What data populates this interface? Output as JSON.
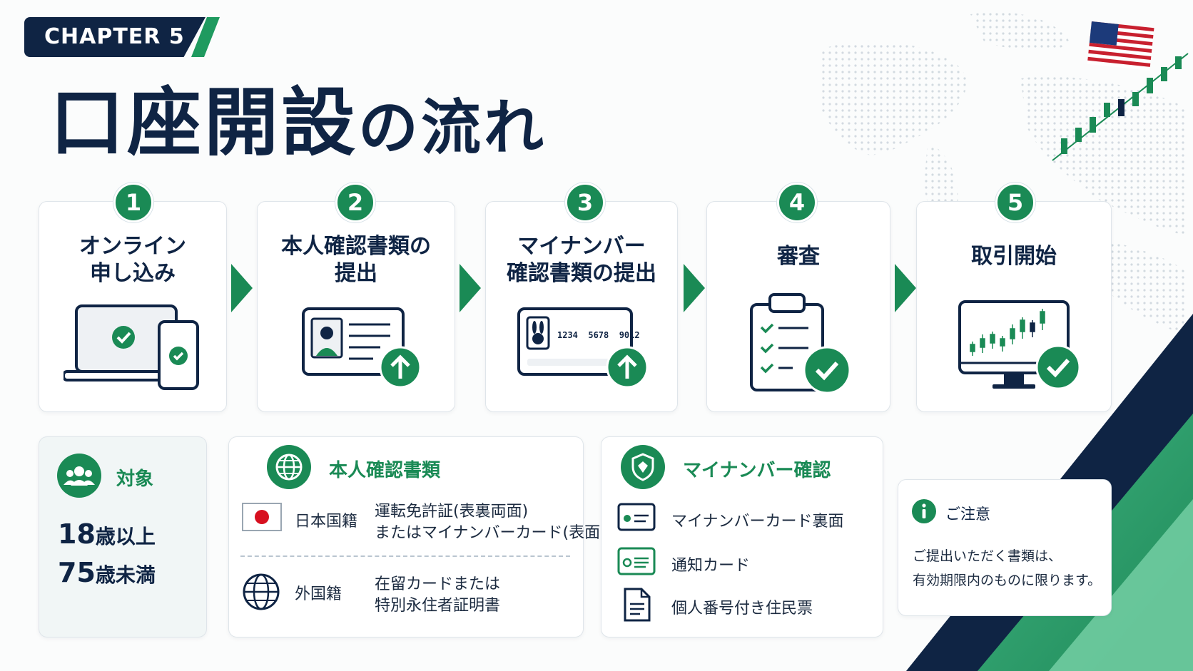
{
  "chapter": {
    "label": "CHAPTER 5"
  },
  "title": {
    "main": "口座開設",
    "sub": "の流れ"
  },
  "steps": [
    {
      "num": "1",
      "label": "オンライン\n申し込み",
      "icon": "laptop-phone-check-icon"
    },
    {
      "num": "2",
      "label": "本人確認書類の\n提出",
      "icon": "id-card-upload-icon"
    },
    {
      "num": "3",
      "label": "マイナンバー\n確認書類の提出",
      "icon": "mynumber-card-upload-icon"
    },
    {
      "num": "4",
      "label": "審査",
      "icon": "clipboard-check-icon"
    },
    {
      "num": "5",
      "label": "取引開始",
      "icon": "monitor-chart-check-icon"
    }
  ],
  "mynumber_card_sample": "1234  5678  9012",
  "target": {
    "heading": "対象",
    "age_min_num": "18",
    "age_min_unit": "歳以上",
    "age_max_num": "75",
    "age_max_unit": "歳未満"
  },
  "id_docs": {
    "heading": "本人確認書類",
    "rows": [
      {
        "label": "日本国籍",
        "line1": "運転免許証(表裏両面)",
        "line2": "またはマイナンバーカード(表面)"
      },
      {
        "label": "外国籍",
        "line1": "在留カードまたは",
        "line2": "特別永住者証明書"
      }
    ]
  },
  "mynumber": {
    "heading": "マイナンバー確認",
    "items": [
      "マイナンバーカード裏面",
      "通知カード",
      "個人番号付き住民票"
    ]
  },
  "notice": {
    "heading": "ご注意",
    "line1": "ご提出いただく書類は、",
    "line2": "有効期限内のものに限ります。"
  },
  "colors": {
    "navy": "#0f2444",
    "green": "#1a8a55",
    "light_green": "#4cbf8a"
  }
}
